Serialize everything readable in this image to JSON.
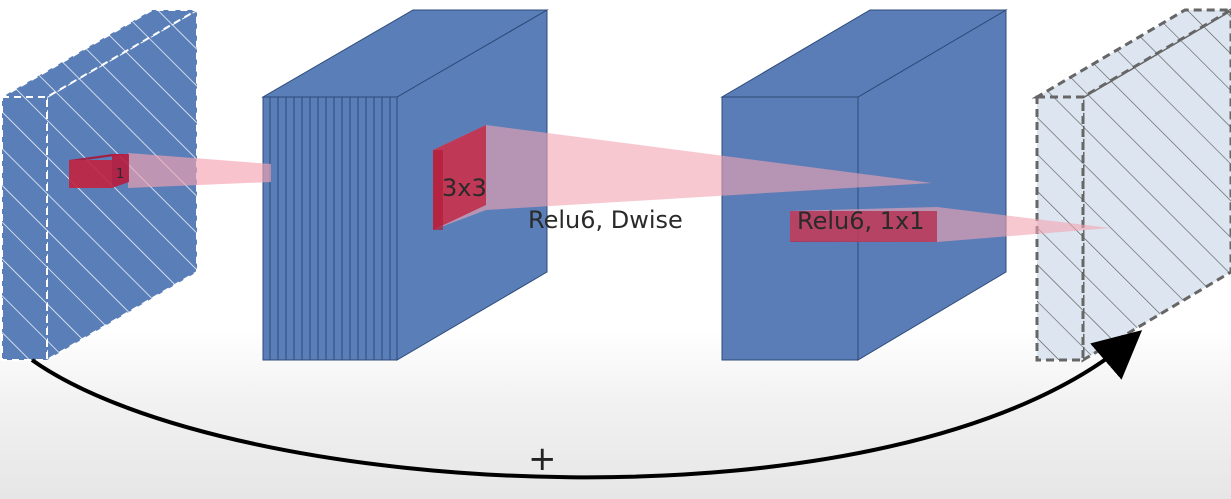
{
  "labels": {
    "one": "1",
    "kernel": "3x3",
    "dwise": "Relu6, Dwise",
    "pointwise": "Relu6, 1x1",
    "plus": "+"
  },
  "colors": {
    "block_fill": "#5a7fb8",
    "block_edge": "#2d4a7a",
    "projection": "#f4a3b0",
    "kernel": "#c2223f",
    "output_fill": "#dde5f0",
    "skip_arrow": "#000000"
  }
}
